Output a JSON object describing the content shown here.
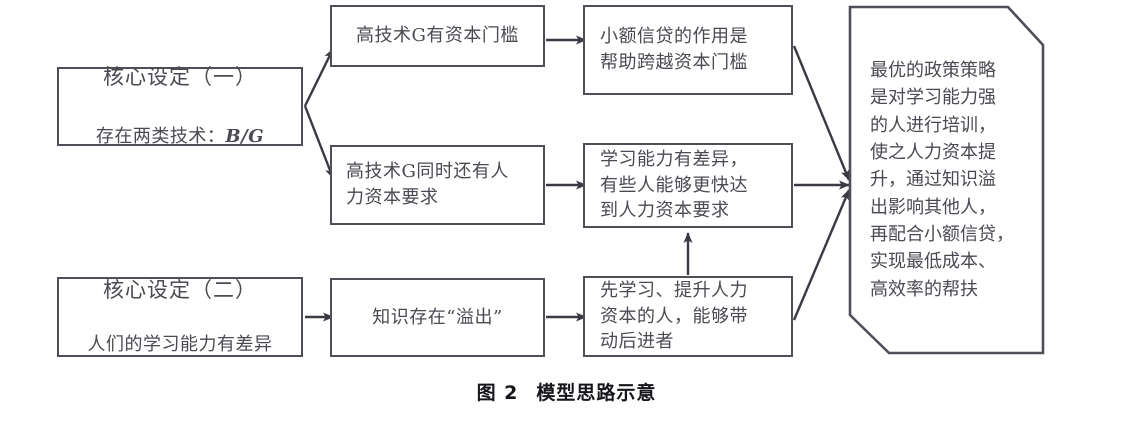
{
  "figure": {
    "caption_label": "图 2",
    "caption_title": "模型思路示意"
  },
  "style": {
    "border_color": "#4f4f58",
    "text_color": "#4a4a52",
    "caption_color": "#15151a",
    "background": "#ffffff",
    "edge_color": "#3a3a44"
  },
  "nodes": {
    "core_setting_1": {
      "line1": "核心设定（一）",
      "line2_prefix": "存在两类技术：",
      "line2_italic": "B/G"
    },
    "core_setting_2": {
      "line1": "核心设定（二）",
      "line2": "人们的学习能力有差异"
    },
    "tech_capital": {
      "text": "高技术G有资本门槛"
    },
    "tech_human": {
      "text": "高技术G同时还有人\n力资本要求"
    },
    "knowledge_spillover": {
      "text": "知识存在“溢出”"
    },
    "microcredit": {
      "text": "小额信贷的作用是\n帮助跨越资本门槛"
    },
    "ability_diff": {
      "text": "学习能力有差异，\n有些人能够更快达\n到人力资本要求"
    },
    "leaders": {
      "text": "先学习、提升人力\n资本的人，能够带\n动后进者"
    },
    "conclusion": {
      "text": "最优的政策策略\n是对学习能力强\n的人进行培训，\n使之人力资本提\n升，通过知识溢\n出影响其他人，\n再配合小额信贷，\n实现最低成本、\n高效率的帮扶"
    }
  },
  "edges": [
    {
      "name": "core1-to-tech-capital",
      "from": "core_setting_1",
      "to": "tech_capital",
      "style": "arrow"
    },
    {
      "name": "core1-to-tech-human",
      "from": "core_setting_1",
      "to": "tech_human",
      "style": "arrow"
    },
    {
      "name": "tech-capital-to-microcredit",
      "from": "tech_capital",
      "to": "microcredit",
      "style": "arrow"
    },
    {
      "name": "tech-human-to-ability-diff",
      "from": "tech_human",
      "to": "ability_diff",
      "style": "arrow"
    },
    {
      "name": "core2-to-knowledge-spillover",
      "from": "core_setting_2",
      "to": "knowledge_spillover",
      "style": "arrow"
    },
    {
      "name": "knowledge-spillover-to-leaders",
      "from": "knowledge_spillover",
      "to": "leaders",
      "style": "arrow"
    },
    {
      "name": "leaders-to-ability-diff",
      "from": "leaders",
      "to": "ability_diff",
      "style": "arrow"
    },
    {
      "name": "microcredit-to-conclusion",
      "from": "microcredit",
      "to": "conclusion",
      "style": "arrow"
    },
    {
      "name": "ability-diff-to-conclusion",
      "from": "ability_diff",
      "to": "conclusion",
      "style": "arrow"
    },
    {
      "name": "leaders-to-conclusion",
      "from": "leaders",
      "to": "conclusion",
      "style": "arrow"
    }
  ]
}
